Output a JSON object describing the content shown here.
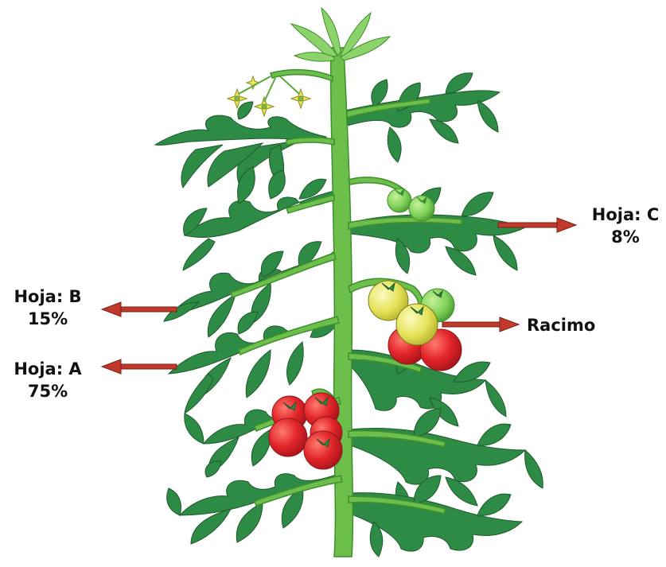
{
  "leaf_c": {
    "name": "Hoja: C",
    "percent": "8%"
  },
  "leaf_b": {
    "name": "Hoja: B",
    "percent": "15%"
  },
  "leaf_a": {
    "name": "Hoja: A",
    "percent": "75%"
  },
  "cluster": {
    "name": "Racimo"
  },
  "colors": {
    "leaf": "#2e8b45",
    "leaf_light": "#5cb85c",
    "stem": "#6cbf4a",
    "arrow": "#c0392b",
    "tomato_red": "#e3262b",
    "tomato_yellow": "#e6e35a",
    "tomato_green": "#7fd35a"
  }
}
